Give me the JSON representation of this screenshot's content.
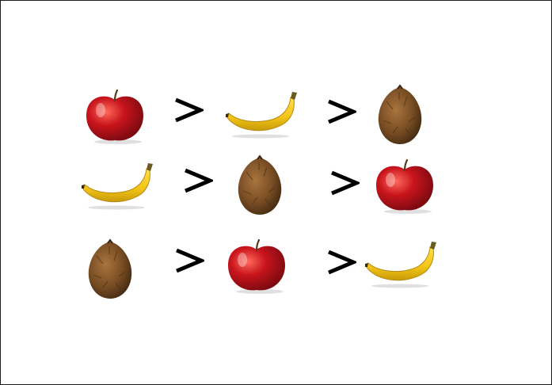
{
  "puzzle": {
    "rows": [
      {
        "items": [
          "apple",
          "banana",
          "coconut"
        ],
        "relations": [
          ">",
          ">"
        ]
      },
      {
        "items": [
          "banana",
          "coconut",
          "apple"
        ],
        "relations": [
          ">",
          ">"
        ]
      },
      {
        "items": [
          "coconut",
          "apple",
          "banana"
        ],
        "relations": [
          ">",
          ">"
        ]
      }
    ]
  },
  "colors": {
    "background": "#ffffff",
    "apple": "#c8141c",
    "banana": "#f2c417",
    "coconut": "#7a4e24",
    "symbol": "#000000"
  }
}
